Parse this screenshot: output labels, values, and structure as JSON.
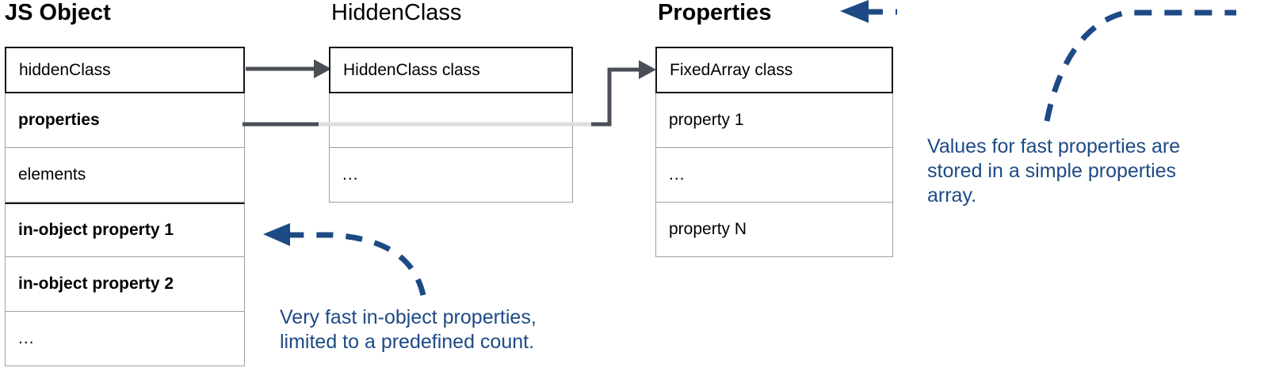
{
  "diagram": {
    "title_color": "#000000",
    "accent_blue": "#1d4a85",
    "connector_gray": "#4a4f57",
    "faded_gray": "#d8dadd",
    "border_gray": "#9a9fa6",
    "border_dark": "#15161a"
  },
  "columns": [
    {
      "heading": "JS Object",
      "heading_bold": true,
      "rows": [
        {
          "label": "hiddenClass",
          "bold": false,
          "emphasis": "box"
        },
        {
          "label": "properties",
          "bold": true,
          "emphasis": "none"
        },
        {
          "label": "elements",
          "bold": false,
          "emphasis": "none"
        },
        {
          "label": "in-object property 1",
          "bold": true,
          "emphasis": "top"
        },
        {
          "label": "in-object property 2",
          "bold": true,
          "emphasis": "none"
        },
        {
          "label": "...",
          "bold": false,
          "emphasis": "none"
        }
      ]
    },
    {
      "heading": "HiddenClass",
      "heading_bold": false,
      "rows": [
        {
          "label": "HiddenClass class",
          "bold": false,
          "emphasis": "box"
        },
        {
          "label": "...",
          "bold": false,
          "emphasis": "none"
        },
        {
          "label": "...",
          "bold": false,
          "emphasis": "none"
        }
      ]
    },
    {
      "heading": "Properties",
      "heading_bold": true,
      "rows": [
        {
          "label": "FixedArray class",
          "bold": false,
          "emphasis": "box"
        },
        {
          "label": "property 1",
          "bold": false,
          "emphasis": "none"
        },
        {
          "label": "...",
          "bold": false,
          "emphasis": "none"
        },
        {
          "label": "property N",
          "bold": false,
          "emphasis": "none"
        }
      ]
    }
  ],
  "annotations": [
    {
      "id": "properties-note",
      "lines": [
        "Values for fast properties are",
        "stored in a simple properties",
        "array."
      ],
      "text": "Values for fast properties are stored in a simple properties array."
    },
    {
      "id": "in-object-note",
      "lines": [
        "Very fast in-object properties,",
        "limited to a predefined count."
      ],
      "text": "Very fast in-object properties, limited to a predefined count."
    }
  ],
  "connectors": [
    {
      "id": "hiddenclass-pointer",
      "from": "JS Object.hiddenClass",
      "to": "HiddenClass.HiddenClass class"
    },
    {
      "id": "properties-pointer",
      "from": "JS Object.properties",
      "to": "Properties.FixedArray class"
    }
  ]
}
